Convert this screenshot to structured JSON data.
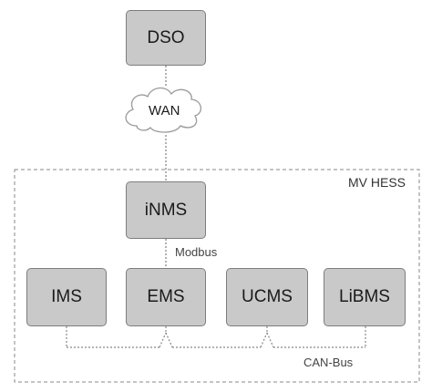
{
  "nodes": {
    "dso": "DSO",
    "wan": "WAN",
    "inms": "iNMS",
    "ims": "IMS",
    "ems": "EMS",
    "ucms": "UCMS",
    "libms": "LiBMS"
  },
  "labels": {
    "boundary": "MV HESS",
    "modbus": "Modbus",
    "canbus": "CAN-Bus"
  },
  "colors": {
    "box_fill": "#c9c9c9",
    "box_border": "#7d7d7d",
    "line": "#888888"
  }
}
